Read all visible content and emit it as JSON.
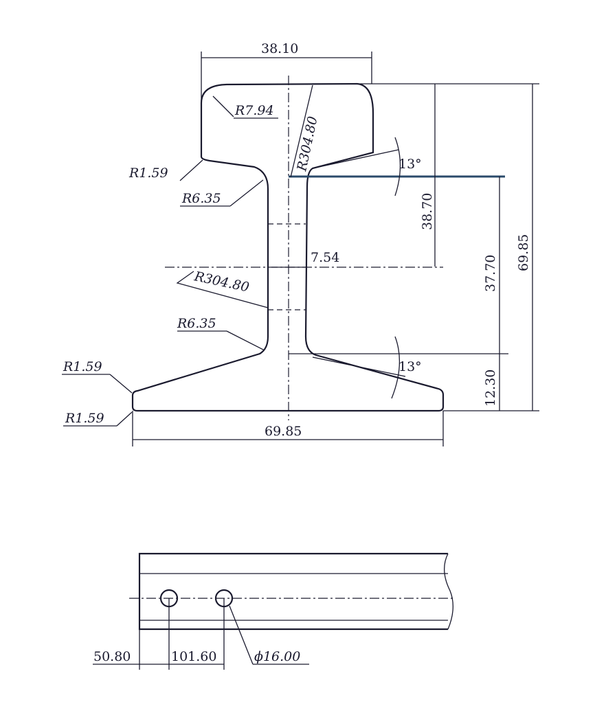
{
  "cross_section": {
    "head_width": "38.10",
    "head_radius": "R7.94",
    "head_crown_radius": "R304.80",
    "head_fillet": "R1.59",
    "head_web_fillet": "R6.35",
    "head_angle": "13°",
    "head_height": "38.70",
    "web_thickness": "7.54",
    "web_radius": "R304.80",
    "foot_web_fillet": "R6.35",
    "foot_fillet_top": "R1.59",
    "foot_fillet_bottom": "R1.59",
    "foot_angle": "13°",
    "web_height": "37.70",
    "foot_height": "12.30",
    "total_height": "69.85",
    "foot_width": "69.85"
  },
  "side_view": {
    "end_distance": "50.80",
    "hole_spacing": "101.60",
    "hole_diameter": "ϕ16.00"
  },
  "colors": {
    "line": "#1a1a2e"
  }
}
